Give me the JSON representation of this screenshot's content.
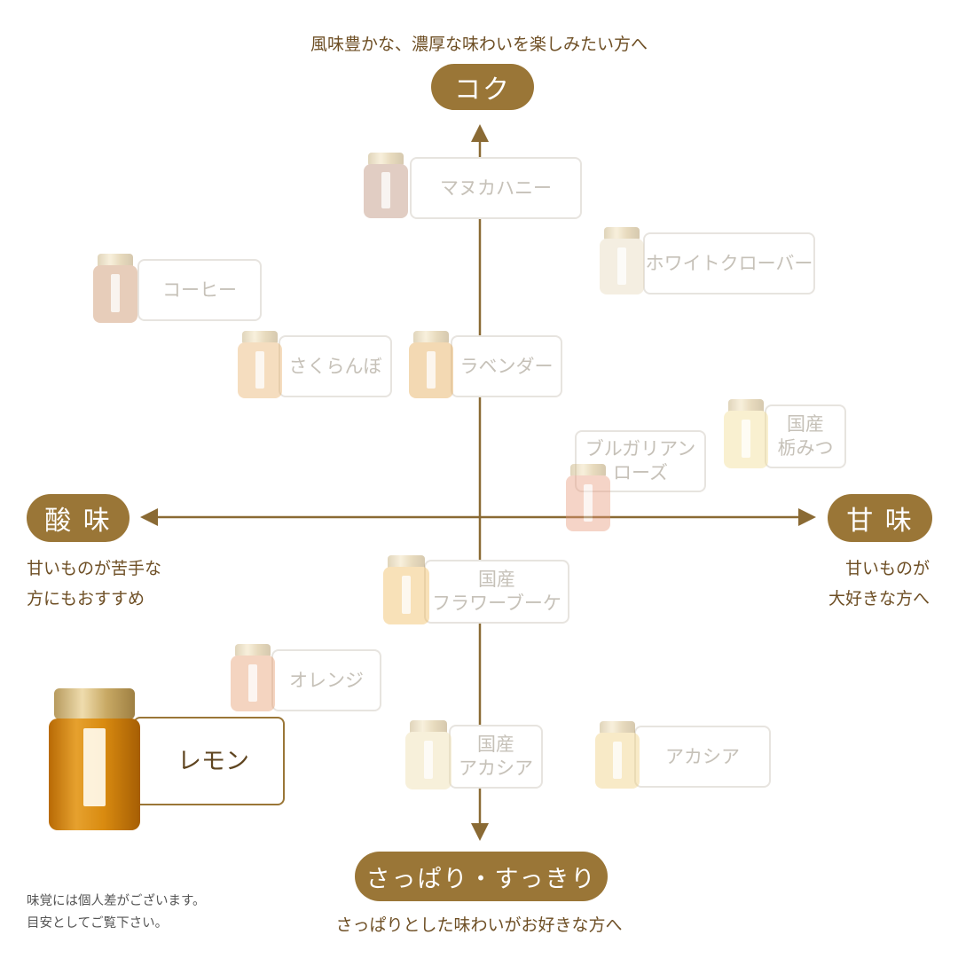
{
  "top": {
    "caption": "風味豊かな、濃厚な味わいを楽しみたい方へ",
    "label": "コク"
  },
  "bottom": {
    "caption": "さっぱりとした味わいがお好きな方へ",
    "label": "さっぱり・すっきり"
  },
  "left": {
    "label": "酸 味",
    "desc_line1": "甘いものが苦手な",
    "desc_line2": "方にもおすすめ"
  },
  "right": {
    "label": "甘 味",
    "desc_line1": "甘いものが",
    "desc_line2": "大好きな方へ"
  },
  "products": {
    "manuka": {
      "line1": "マヌカハニー",
      "color": "#b88a73"
    },
    "white_clover": {
      "line1": "ホワイトクローバー",
      "color": "#eee4cf"
    },
    "coffee": {
      "line1": "コーヒー",
      "color": "#c88a5c"
    },
    "sakuranbo": {
      "line1": "さくらんぼ",
      "color": "#e8b068"
    },
    "lavender": {
      "line1": "ラベンダー",
      "color": "#e4a54c"
    },
    "tochi": {
      "line1": "国産",
      "line2": "栃みつ",
      "color": "#f3dd90"
    },
    "bulgarian_rose": {
      "line1": "ブルガリアン",
      "line2": "ローズ",
      "color": "#e89a7c"
    },
    "flower_bouquet": {
      "line1": "国産",
      "line2": "フラワーブーケ",
      "color": "#f0b858"
    },
    "orange": {
      "line1": "オレンジ",
      "color": "#e59a6a"
    },
    "lemon": {
      "line1": "レモン",
      "color": "#d6850f"
    },
    "acacia_domestic": {
      "line1": "国産",
      "line2": "アカシア",
      "color": "#f3e8c0"
    },
    "acacia": {
      "line1": "アカシア",
      "color": "#f0cf7c"
    }
  },
  "note": {
    "line1": "味覚には個人差がございます。",
    "line2": "目安としてご覧下さい。"
  },
  "colors": {
    "accent": "#9a7637",
    "axis": "#8a6a34"
  }
}
